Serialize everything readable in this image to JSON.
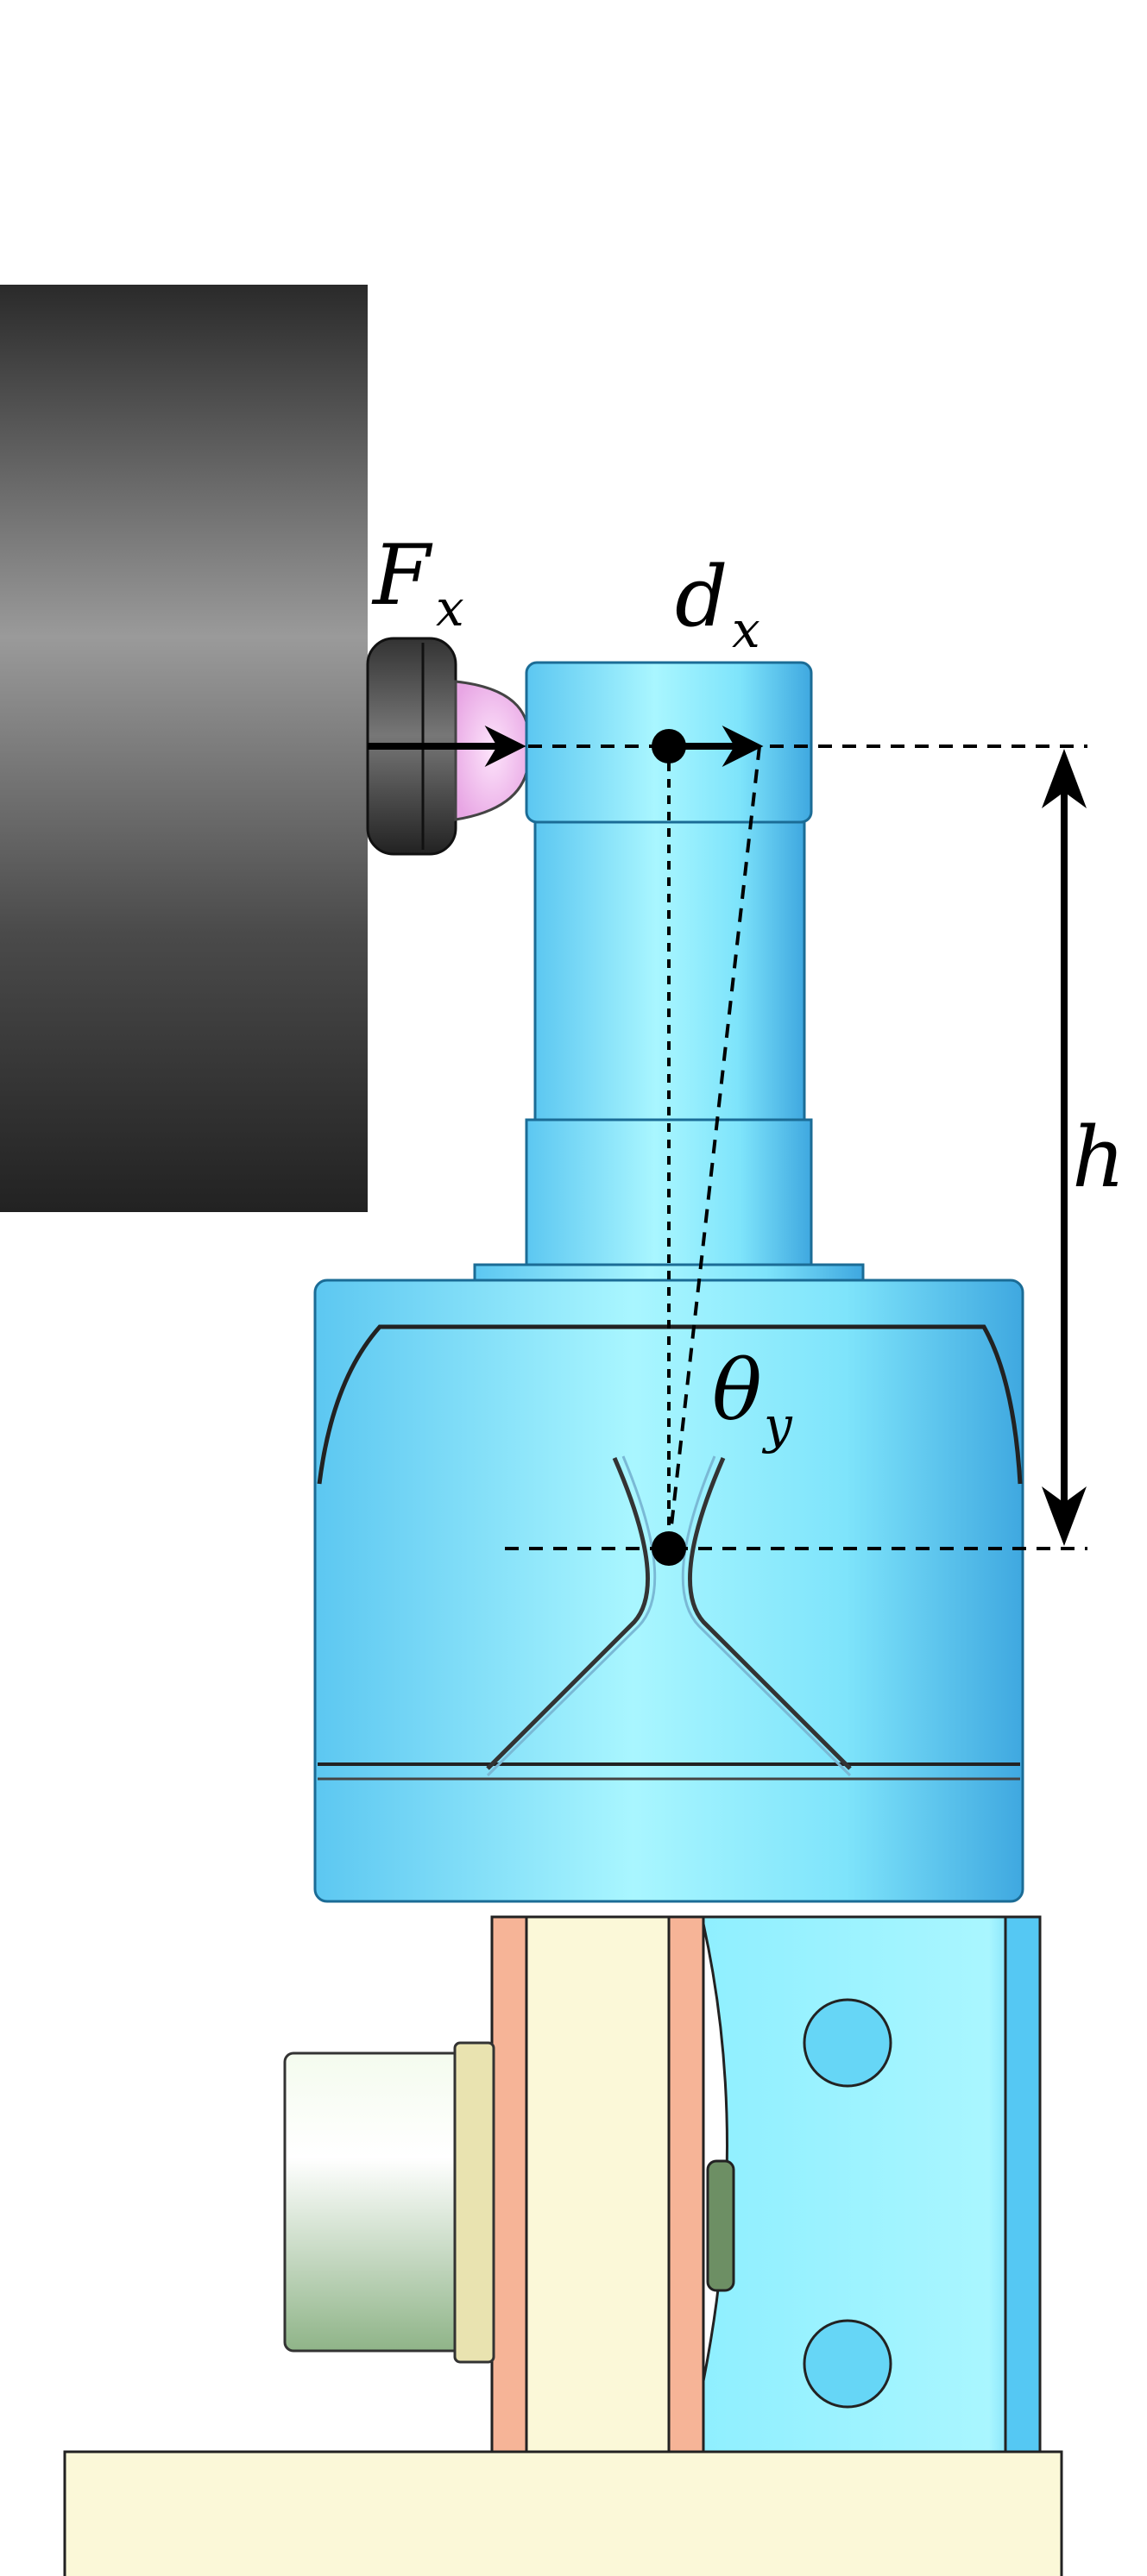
{
  "labels": {
    "force": {
      "symbol": "F",
      "subscript": "x"
    },
    "displacement": {
      "symbol": "d",
      "subscript": "x"
    },
    "height": {
      "symbol": "h"
    },
    "angle": {
      "symbol": "θ",
      "subscript": "y"
    }
  },
  "colors": {
    "actuator_dark": "#2a2a2a",
    "actuator_light": "#9a9a9a",
    "contact_tip": "#f3c6f0",
    "part_blue_light": "#a9f6ff",
    "part_blue_mid": "#63d2f6",
    "part_blue_dark": "#3fa8e0",
    "base_cream": "#fbf8d8",
    "plate_salmon": "#f6b497",
    "knob_green": "#b9d8b0",
    "ink": "#000000"
  }
}
